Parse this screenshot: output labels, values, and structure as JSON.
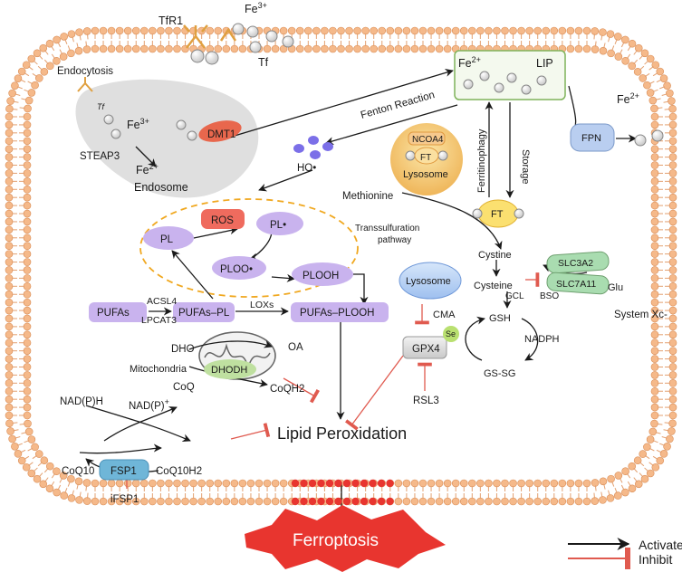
{
  "labels": {
    "tfr1": "TfR1",
    "fe3_top": "Fe",
    "fe3_top_sup": "3+",
    "tf_top": "Tf",
    "endocytosis": "Endocytosis",
    "tf_small": "Tf",
    "fe3_endo": "Fe",
    "fe3_endo_sup": "3+",
    "steap3": "STEAP3",
    "fe2_endo": "Fe",
    "fe2_endo_sup": "2+",
    "endosome": "Endosome",
    "dmt1": "DMT1",
    "fe2_lip": "Fe",
    "fe2_lip_sup": "2+",
    "lip": "LIP",
    "fenton": "Fenton Reaction",
    "ho": "HO•",
    "ferritinophagy": "Ferritinophagy",
    "storage": "Storage",
    "ncoa4": "NCOA4",
    "ft_lyso": "FT",
    "lysosome_top": "Lysosome",
    "ft": "FT",
    "fpn": "FPN",
    "fe2_out": "Fe",
    "fe2_out_sup": "2+",
    "methionine": "Methionine",
    "transsulf1": "Transsulfuration",
    "transsulf2": "pathway",
    "cystine": "Cystine",
    "cysteine": "Cysteine",
    "gcl": "GCL",
    "bso": "BSO",
    "gsh": "GSH",
    "nadph": "NADPH",
    "gssg": "GS-SG",
    "slc3a2": "SLC3A2",
    "slc7a11": "SLC7A11",
    "glu": "Glu",
    "system_xc": "System Xc-",
    "ros": "ROS",
    "pl": "PL",
    "pl_rad": "PL•",
    "plooh_rad": "PLOO•",
    "plooh": "PLOOH",
    "pufas": "PUFAs",
    "acsl4": "ACSL4",
    "lpcat3": "LPCAT3",
    "pufas_pl": "PUFAs–PL",
    "loxs": "LOXs",
    "pufas_plooh": "PUFAs–PLOOH",
    "lysosome_mid": "Lysosome",
    "cma": "CMA",
    "gpx4": "GPX4",
    "se": "Se",
    "rsl3": "RSL3",
    "dho": "DHO",
    "oa": "OA",
    "mitochondria": "Mitochondria",
    "dhodh": "DHODH",
    "coq": "CoQ",
    "coqh2": "CoQH2",
    "nadph_left": "NAD(P)H",
    "nadp": "NAD(P)",
    "nadp_sup": "+",
    "lipid_perox": "Lipid Peroxidation",
    "coq10": "CoQ10",
    "fsp1": "FSP1",
    "coq10h2": "CoQ10H2",
    "ifsp1": "iFSP1",
    "ferroptosis": "Ferroptosis",
    "activate": "Activate",
    "inhibit": "Inhibit"
  },
  "colors": {
    "membrane_head": "#f5b98a",
    "membrane_head_stroke": "#d98c55",
    "membrane_tail": "#e3a070",
    "activate": "#1a1a1a",
    "inhibit": "#e05a4f",
    "pufa_fill": "#c9b3ee",
    "ros_fill": "#ef6b5e",
    "dmt1_fill": "#e8674d",
    "fpn_fill": "#b9cef0",
    "lip_stroke": "#7fb35a",
    "dhodh_fill": "#bfe0a0",
    "fsp1_fill": "#6fb6d8",
    "slc_fill": "#a9dcb0",
    "ferroptosis_fill": "#e8352f",
    "ho_fill": "#7b6fe8",
    "peroxidized_head": "#e8352f"
  }
}
